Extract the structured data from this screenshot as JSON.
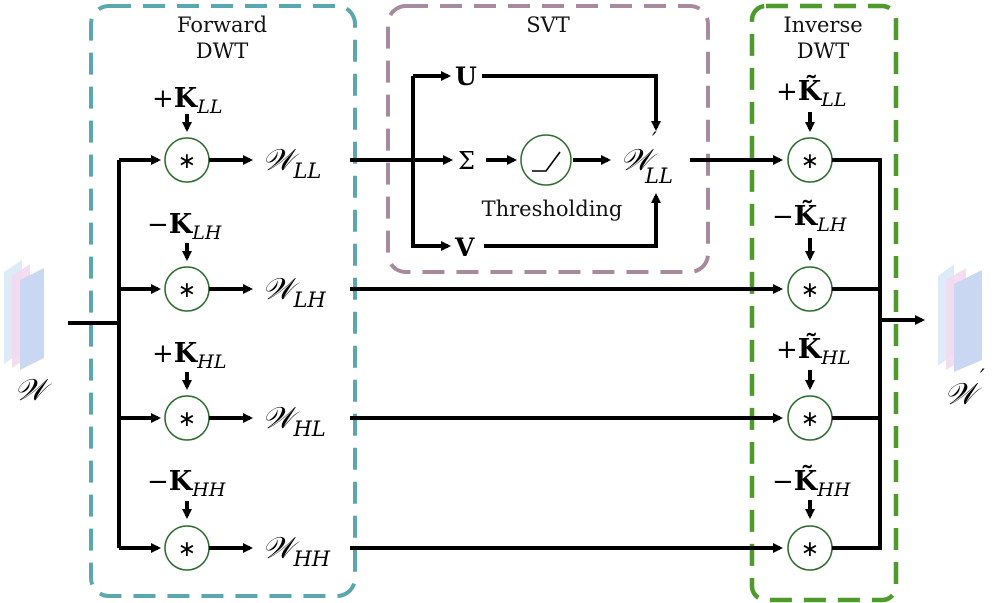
{
  "blocks": {
    "forward": {
      "title_line1": "Forward",
      "title_line2": "DWT",
      "border_color": "#5aa7ad"
    },
    "svt": {
      "title": "SVT",
      "border_color": "#a78a9d",
      "threshold_label": "Thresholding"
    },
    "inverse": {
      "title_line1": "Inverse",
      "title_line2": "DWT",
      "border_color": "#4f9a2d"
    }
  },
  "input": {
    "symbol": "𝒲"
  },
  "output": {
    "symbol": "𝒲",
    "prime": "′"
  },
  "forward_kernels": [
    {
      "sign": "+",
      "letter": "K",
      "sub": "LL"
    },
    {
      "sign": "−",
      "letter": "K",
      "sub": "LH"
    },
    {
      "sign": "+",
      "letter": "K",
      "sub": "HL"
    },
    {
      "sign": "−",
      "letter": "K",
      "sub": "HH"
    }
  ],
  "inverse_kernels": [
    {
      "sign": "+",
      "letter": "K̃",
      "sub": "LL"
    },
    {
      "sign": "−",
      "letter": "K̃",
      "sub": "LH"
    },
    {
      "sign": "+",
      "letter": "K̃",
      "sub": "HL"
    },
    {
      "sign": "−",
      "letter": "K̃",
      "sub": "HH"
    }
  ],
  "subbands": [
    {
      "symbol": "𝒲",
      "sub": "LL"
    },
    {
      "symbol": "𝒲",
      "sub": "LH"
    },
    {
      "symbol": "𝒲",
      "sub": "HL"
    },
    {
      "symbol": "𝒲",
      "sub": "HH"
    }
  ],
  "svt_parts": {
    "u": "U",
    "sigma": "Σ",
    "v": "V"
  },
  "svt_output": {
    "symbol": "𝒲",
    "sub": "LL",
    "prime": "′"
  },
  "operator": "∗"
}
